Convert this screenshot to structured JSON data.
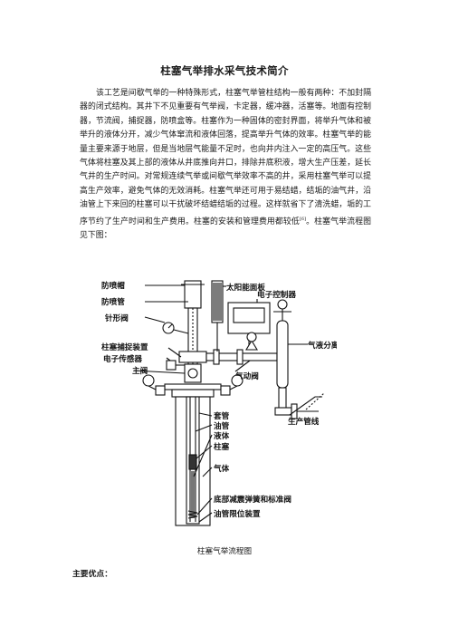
{
  "document": {
    "title": "柱塞气举排水采气技术简介",
    "paragraph_main": "该工艺是间歇气举的一种特殊形式，柱塞气举管柱结构一般有两种：不加封隔器的闭式结构。其井下不见重要有气举阀，卡定器，缓冲器，活塞等。地面有控制器，节流阀，捕捉器，防喷盒等。柱塞作为一种固体的密封界面，将举升气体和被举升的液体分开，减少气体窜流和液体回落，提高举升气体的效率。柱塞气举的能量主要来源于地层，但是当地层气能量不足时，也向井内注入一定的高压气。这些气体将柱塞及其上部的液体从井底推向井口，排除井底积液，增大生产压差，延长气井的生产时间。对常规连续气举或间歇气举效率不高的井，采用柱塞气举可以提高生产效率，避免气体的无效消耗。柱塞气举还可用于易结蜡，结垢的油气井，沿油管上下来回的柱塞可以干扰破坏结蜡结垢的过程。这样就省下了清洗蜡，垢的工序节约了生产时间和生产费用。柱塞的安装和管理费用都较低",
    "paragraph_ref": "[6]",
    "paragraph_tail": "。柱塞气举流程图见下图：",
    "figure_caption": "柱塞气举流程图",
    "subheading": "主要优点："
  },
  "figure": {
    "labels": {
      "fangpenmao": "防喷帽",
      "fangpenguan": "防喷管",
      "zhenxingfa": "针形阀",
      "taiyangneng": "太阳能面板",
      "dianzikongzhiqi": "电子控制器",
      "qiyefenliqi": "气液分离器",
      "zhusaibuzhuo": "柱塞捕捉装置",
      "dianzichuanganqi": "电子传感器",
      "zhufa": "主阀",
      "qidongfa": "气动阀",
      "taoguan": "套管",
      "youguan": "油管",
      "yeti": "液体",
      "zhusai": "柱塞",
      "shengchanguanxian": "生产管线",
      "qiti": "气体",
      "dibujianzhen": "底部减震弹簧和标准阀",
      "youguanxianwei": "油管限位装置"
    }
  }
}
